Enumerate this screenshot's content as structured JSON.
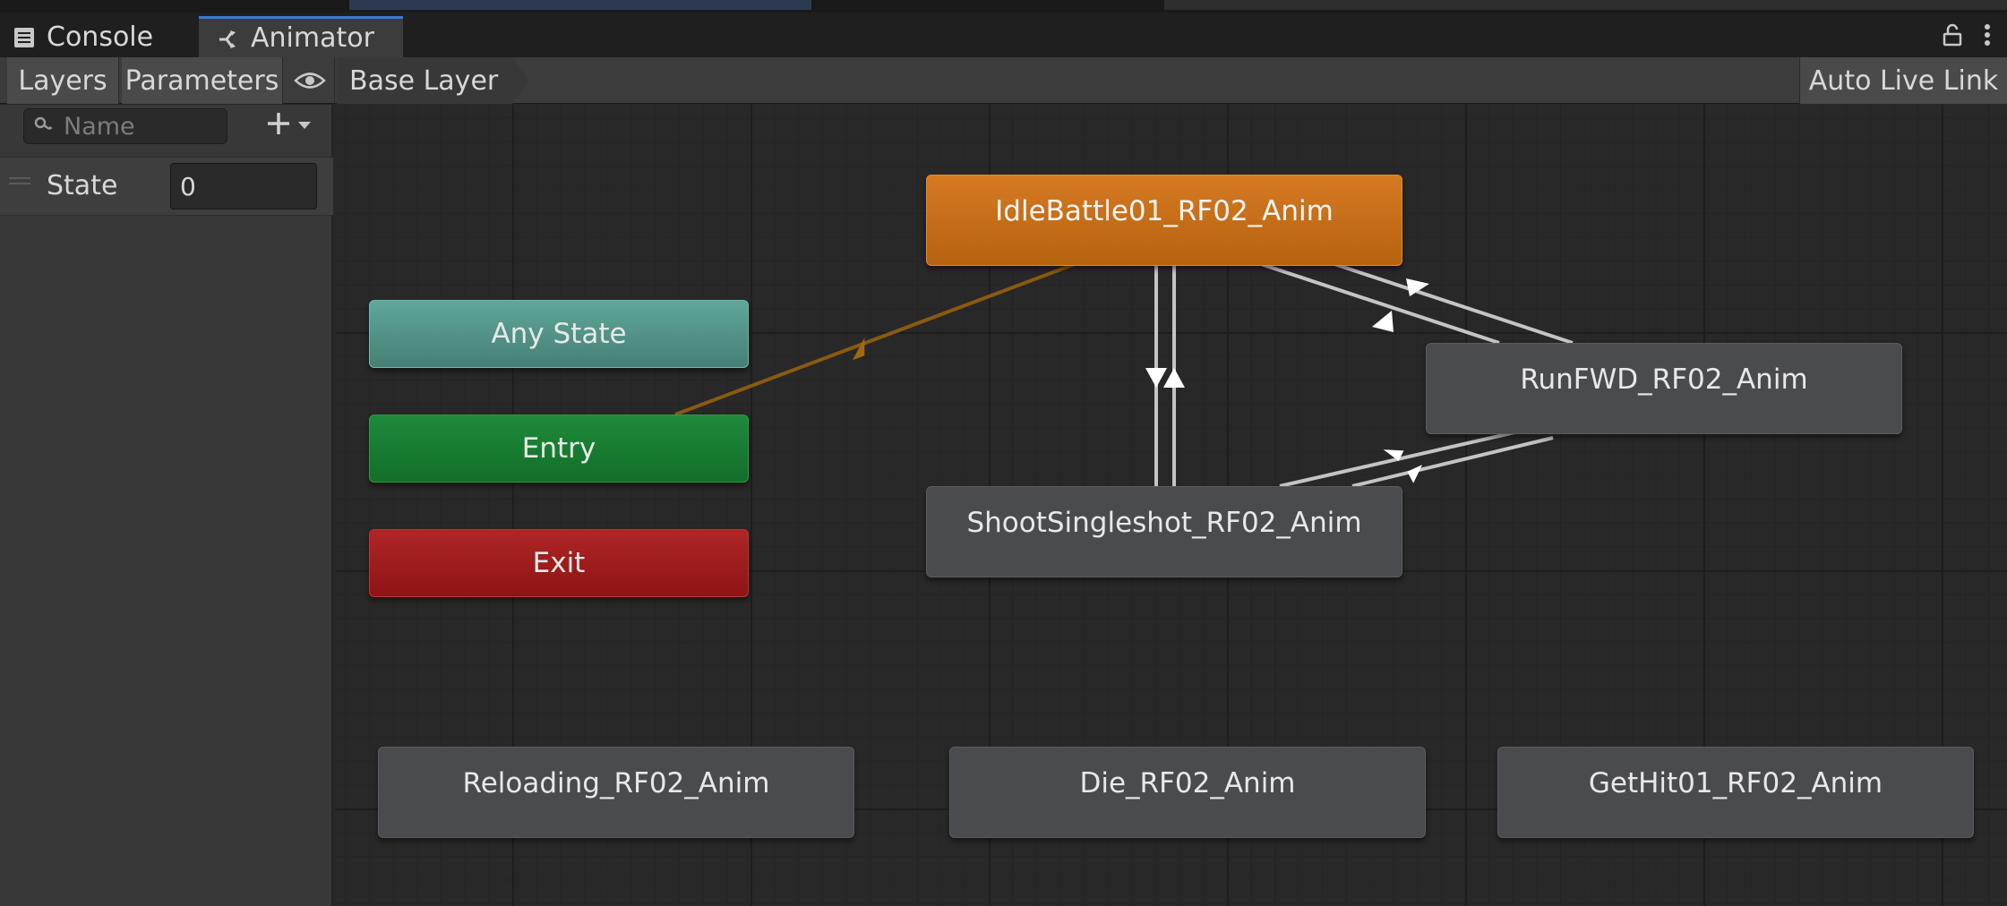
{
  "tabs": {
    "console": {
      "label": "Console",
      "icon": "console-icon"
    },
    "animator": {
      "label": "Animator",
      "icon": "animator-icon"
    }
  },
  "toolbar": {
    "layers_label": "Layers",
    "parameters_label": "Parameters",
    "eye_icon": "eye-icon",
    "breadcrumb": "Base Layer",
    "auto_live_link_label": "Auto Live Link"
  },
  "parameters_panel": {
    "search_placeholder": "Name",
    "parameters": [
      {
        "name": "State",
        "value": "0"
      }
    ]
  },
  "graph": {
    "nodes": {
      "any_state": "Any State",
      "entry": "Entry",
      "exit": "Exit",
      "idle": "IdleBattle01_RF02_Anim",
      "run": "RunFWD_RF02_Anim",
      "shoot": "ShootSingleshot_RF02_Anim",
      "reloading": "Reloading_RF02_Anim",
      "die": "Die_RF02_Anim",
      "gethit": "GetHit01_RF02_Anim"
    },
    "colors": {
      "default_state": "#c86e18",
      "any_state": "#539487",
      "entry": "#197d33",
      "exit": "#a01c1c",
      "state": "#4a4b4f",
      "entry_transition": "#8a5a12"
    }
  }
}
